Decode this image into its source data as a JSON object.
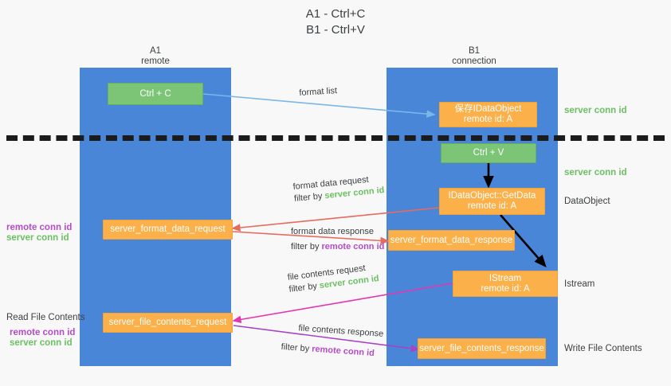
{
  "title": {
    "line1": "A1 - Ctrl+C",
    "line2": "B1 - Ctrl+V"
  },
  "lanes": [
    {
      "name": "A1",
      "sub": "remote"
    },
    {
      "name": "B1",
      "sub": "connection"
    }
  ],
  "nodes": {
    "ctrl_c": {
      "label": "Ctrl + C"
    },
    "save_dataobject": {
      "line1": "保存IDataObject",
      "line2": "remote id: A"
    },
    "ctrl_v": {
      "label": "Ctrl + V"
    },
    "getdata": {
      "line1": "IDataObject::GetData",
      "line2": "remote id: A"
    },
    "istream": {
      "line1": "IStream",
      "line2": "remote id: A"
    },
    "server_format_data_request": {
      "label": "server_format_data_request"
    },
    "server_format_data_response": {
      "label": "server_format_data_response"
    },
    "server_file_contents_request": {
      "label": "server_file_contents_request"
    },
    "server_file_contents_response": {
      "label": "server_file_contents_response"
    }
  },
  "edge_labels": {
    "format_list": "format list",
    "format_data_request": "format data request",
    "format_data_request_filter_prefix": "filter by ",
    "format_data_request_filter_value": "server conn id",
    "format_data_response": "format data response",
    "format_data_response_filter_prefix": "filter by ",
    "format_data_response_filter_value": "remote conn id",
    "file_contents_request": "file contents request",
    "file_contents_request_filter_prefix": "filter by ",
    "file_contents_request_filter_value": "server conn id",
    "file_contents_response": "file contents response",
    "file_contents_response_filter_prefix": "filter by ",
    "file_contents_response_filter_value": "remote conn id"
  },
  "right_labels": {
    "server_conn_id_top": "server conn id",
    "server_conn_id_mid": "server conn id",
    "dataobject": "DataObject",
    "istream": "Istream",
    "write_file_contents": "Write File Contents"
  },
  "left_labels": {
    "remote_conn_id_upper": "remote conn id",
    "server_conn_id_upper": "server conn id",
    "read_file_contents": "Read File Contents",
    "remote_conn_id_lower": "remote conn id",
    "server_conn_id_lower": "server conn id"
  },
  "colors": {
    "lane": "#4a86d8",
    "green_node": "#7cc576",
    "orange_node": "#fbb049",
    "server_conn_id": "#6cbf63",
    "remote_conn_id": "#b44cc6",
    "arrow_blue": "#7ab6e8",
    "arrow_red": "#e8695d",
    "arrow_magenta": "#e535b0",
    "arrow_purple": "#a544c4",
    "arrow_black": "#000000",
    "divider": "#1b1b1b"
  }
}
